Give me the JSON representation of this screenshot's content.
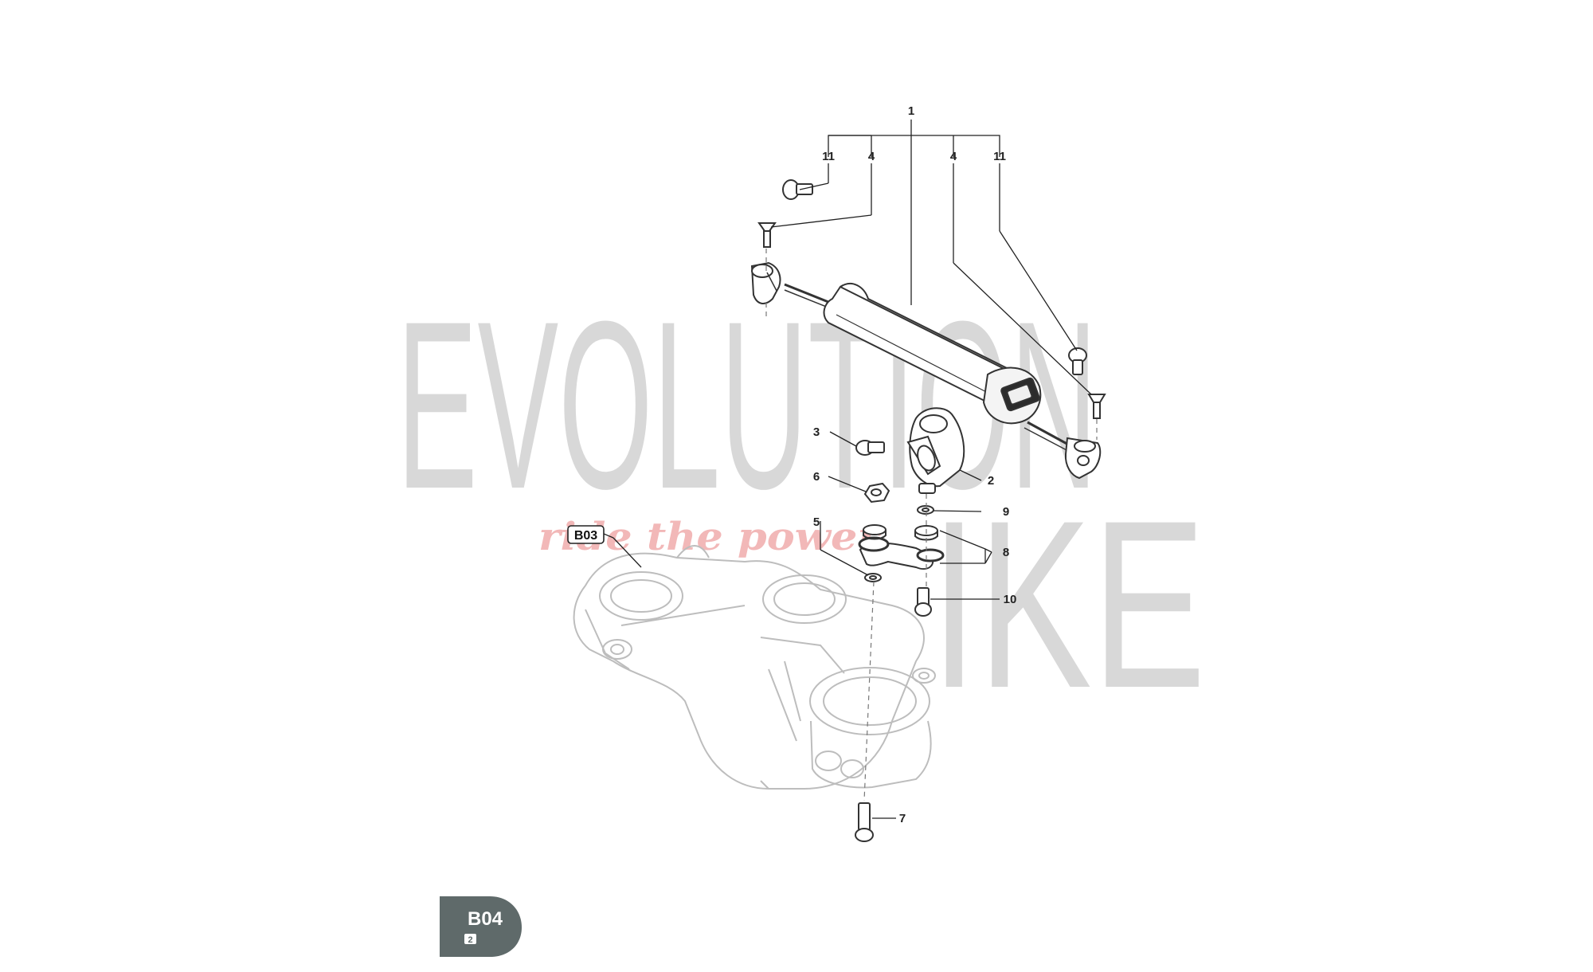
{
  "watermark": {
    "top_line": "EVOLUTION",
    "bottom_line": "IKE",
    "tagline": "ride the power"
  },
  "reference_box": {
    "label": "B03"
  },
  "page_badge": {
    "code": "B04",
    "sheet": "2",
    "color": "#5f6a6a"
  },
  "callouts": [
    "1",
    "11",
    "4",
    "4",
    "11",
    "3",
    "2",
    "6",
    "9",
    "5",
    "8",
    "10",
    "7"
  ],
  "parts": [
    {
      "id": "damper",
      "name": "steering-damper"
    },
    {
      "id": "clamp",
      "name": "damper-clamp"
    },
    {
      "id": "link",
      "name": "link-arm"
    },
    {
      "id": "triple",
      "name": "triple-clamp"
    }
  ]
}
